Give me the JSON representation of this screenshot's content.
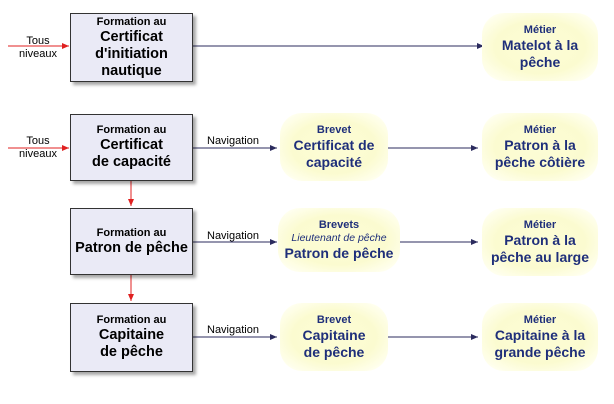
{
  "inputs": {
    "row1": {
      "line1": "Tous",
      "line2": "niveaux"
    },
    "row2": {
      "line1": "Tous",
      "line2": "niveaux"
    }
  },
  "navigation_label": "Navigation",
  "formations": [
    {
      "prefix": "Formation au",
      "title_line1": "Certificat",
      "title_line2": "d'initiation",
      "title_line3": "nautique"
    },
    {
      "prefix": "Formation au",
      "title_line1": "Certificat",
      "title_line2": "de capacité"
    },
    {
      "prefix": "Formation au",
      "title_line1": "Patron de pêche"
    },
    {
      "prefix": "Formation au",
      "title_line1": "Capitaine",
      "title_line2": "de pêche"
    }
  ],
  "brevets": [
    {
      "heading": "Brevet",
      "title_line1": "Certificat de",
      "title_line2": "capacité"
    },
    {
      "heading": "Brevets",
      "subtitle": "Lieutenant de pêche",
      "title_line1": "Patron de pêche"
    },
    {
      "heading": "Brevet",
      "title_line1": "Capitaine",
      "title_line2": "de pêche"
    }
  ],
  "metiers": [
    {
      "heading": "Métier",
      "title_line1": "Matelot à la",
      "title_line2": "pêche"
    },
    {
      "heading": "Métier",
      "title_line1": "Patron à la",
      "title_line2": "pêche côtière"
    },
    {
      "heading": "Métier",
      "title_line1": "Patron à la",
      "title_line2": "pêche au large"
    },
    {
      "heading": "Métier",
      "title_line1": "Capitaine à la",
      "title_line2": "grande pêche"
    }
  ],
  "colors": {
    "arrow_dark": "#2b2b5e",
    "arrow_red": "#e02020",
    "box_fill": "#eaeaf6",
    "oval_text": "#1f2f7a"
  }
}
